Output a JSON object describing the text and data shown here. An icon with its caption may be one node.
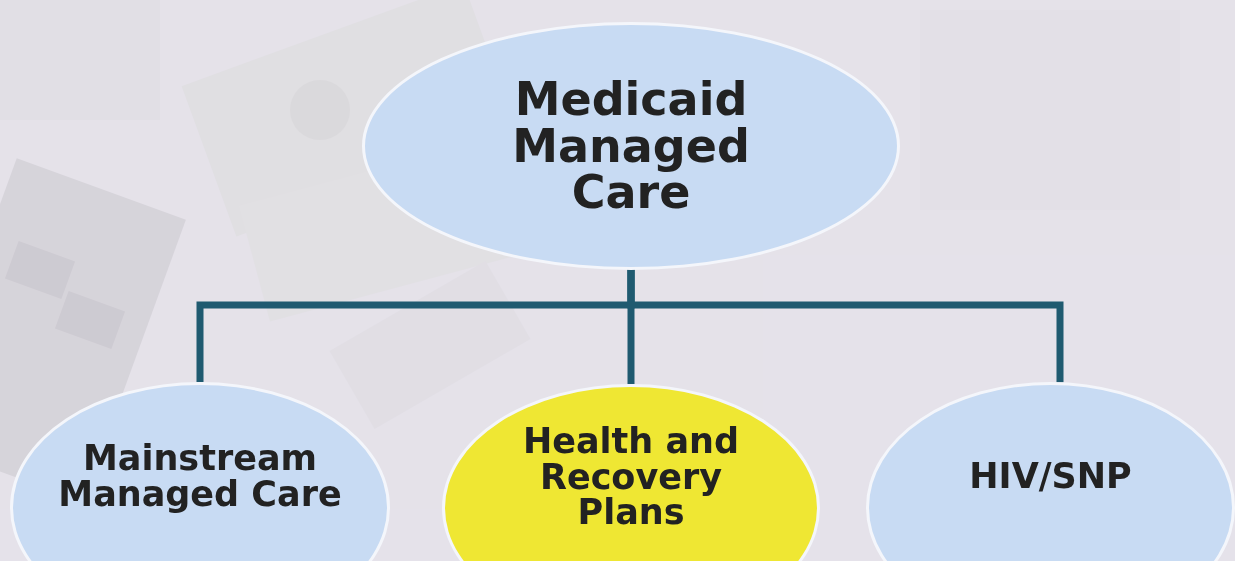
{
  "diagram": {
    "nodes": [
      {
        "text": [
          "Medicaid Managed Care"
        ]
      },
      {
        "text": [
          "Mainstream Managed Care"
        ]
      },
      {
        "text": [
          "Health and Recovery Plans"
        ]
      },
      {
        "text": [
          "HIV/SNP"
        ]
      }
    ],
    "edges": [
      {
        "from": 0,
        "to": 1,
        "arrow": "none"
      },
      {
        "from": 0,
        "to": 2,
        "arrow": "none"
      },
      {
        "from": 0,
        "to": 3,
        "arrow": "none"
      }
    ]
  }
}
